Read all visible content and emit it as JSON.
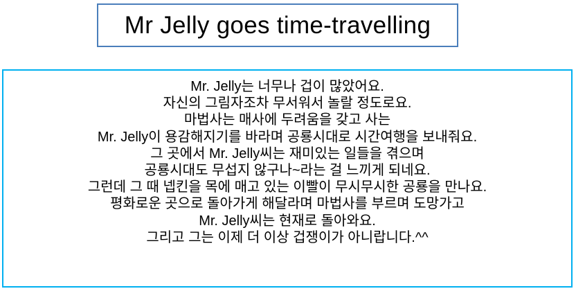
{
  "title": "Mr Jelly goes time-travelling",
  "colors": {
    "title_border": "#4a7ebb",
    "story_border": "#00b0f0"
  },
  "story": {
    "lines": [
      "Mr. Jelly는 너무나 겁이 많았어요.",
      "자신의 그림자조차 무서워서 놀랄 정도로요.",
      "마법사는 매사에 두려움을 갖고 사는",
      "Mr. Jelly이 용감해지기를 바라며 공룡시대로 시간여행을 보내줘요.",
      "그 곳에서  Mr. Jelly씨는 재미있는 일들을 겪으며",
      "공룡시대도 무섭지 않구나~라는 걸 느끼게 되네요.",
      "그런데 그 때 넵킨을 목에 매고 있는 이빨이 무시무시한 공룡을 만나요.",
      "평화로운 곳으로 돌아가게 해달라며 마법사를 부르며 도망가고",
      "Mr. Jelly씨는 현재로 돌아와요.",
      "그리고 그는 이제 더 이상 겁쟁이가 아니랍니다.^^"
    ]
  }
}
